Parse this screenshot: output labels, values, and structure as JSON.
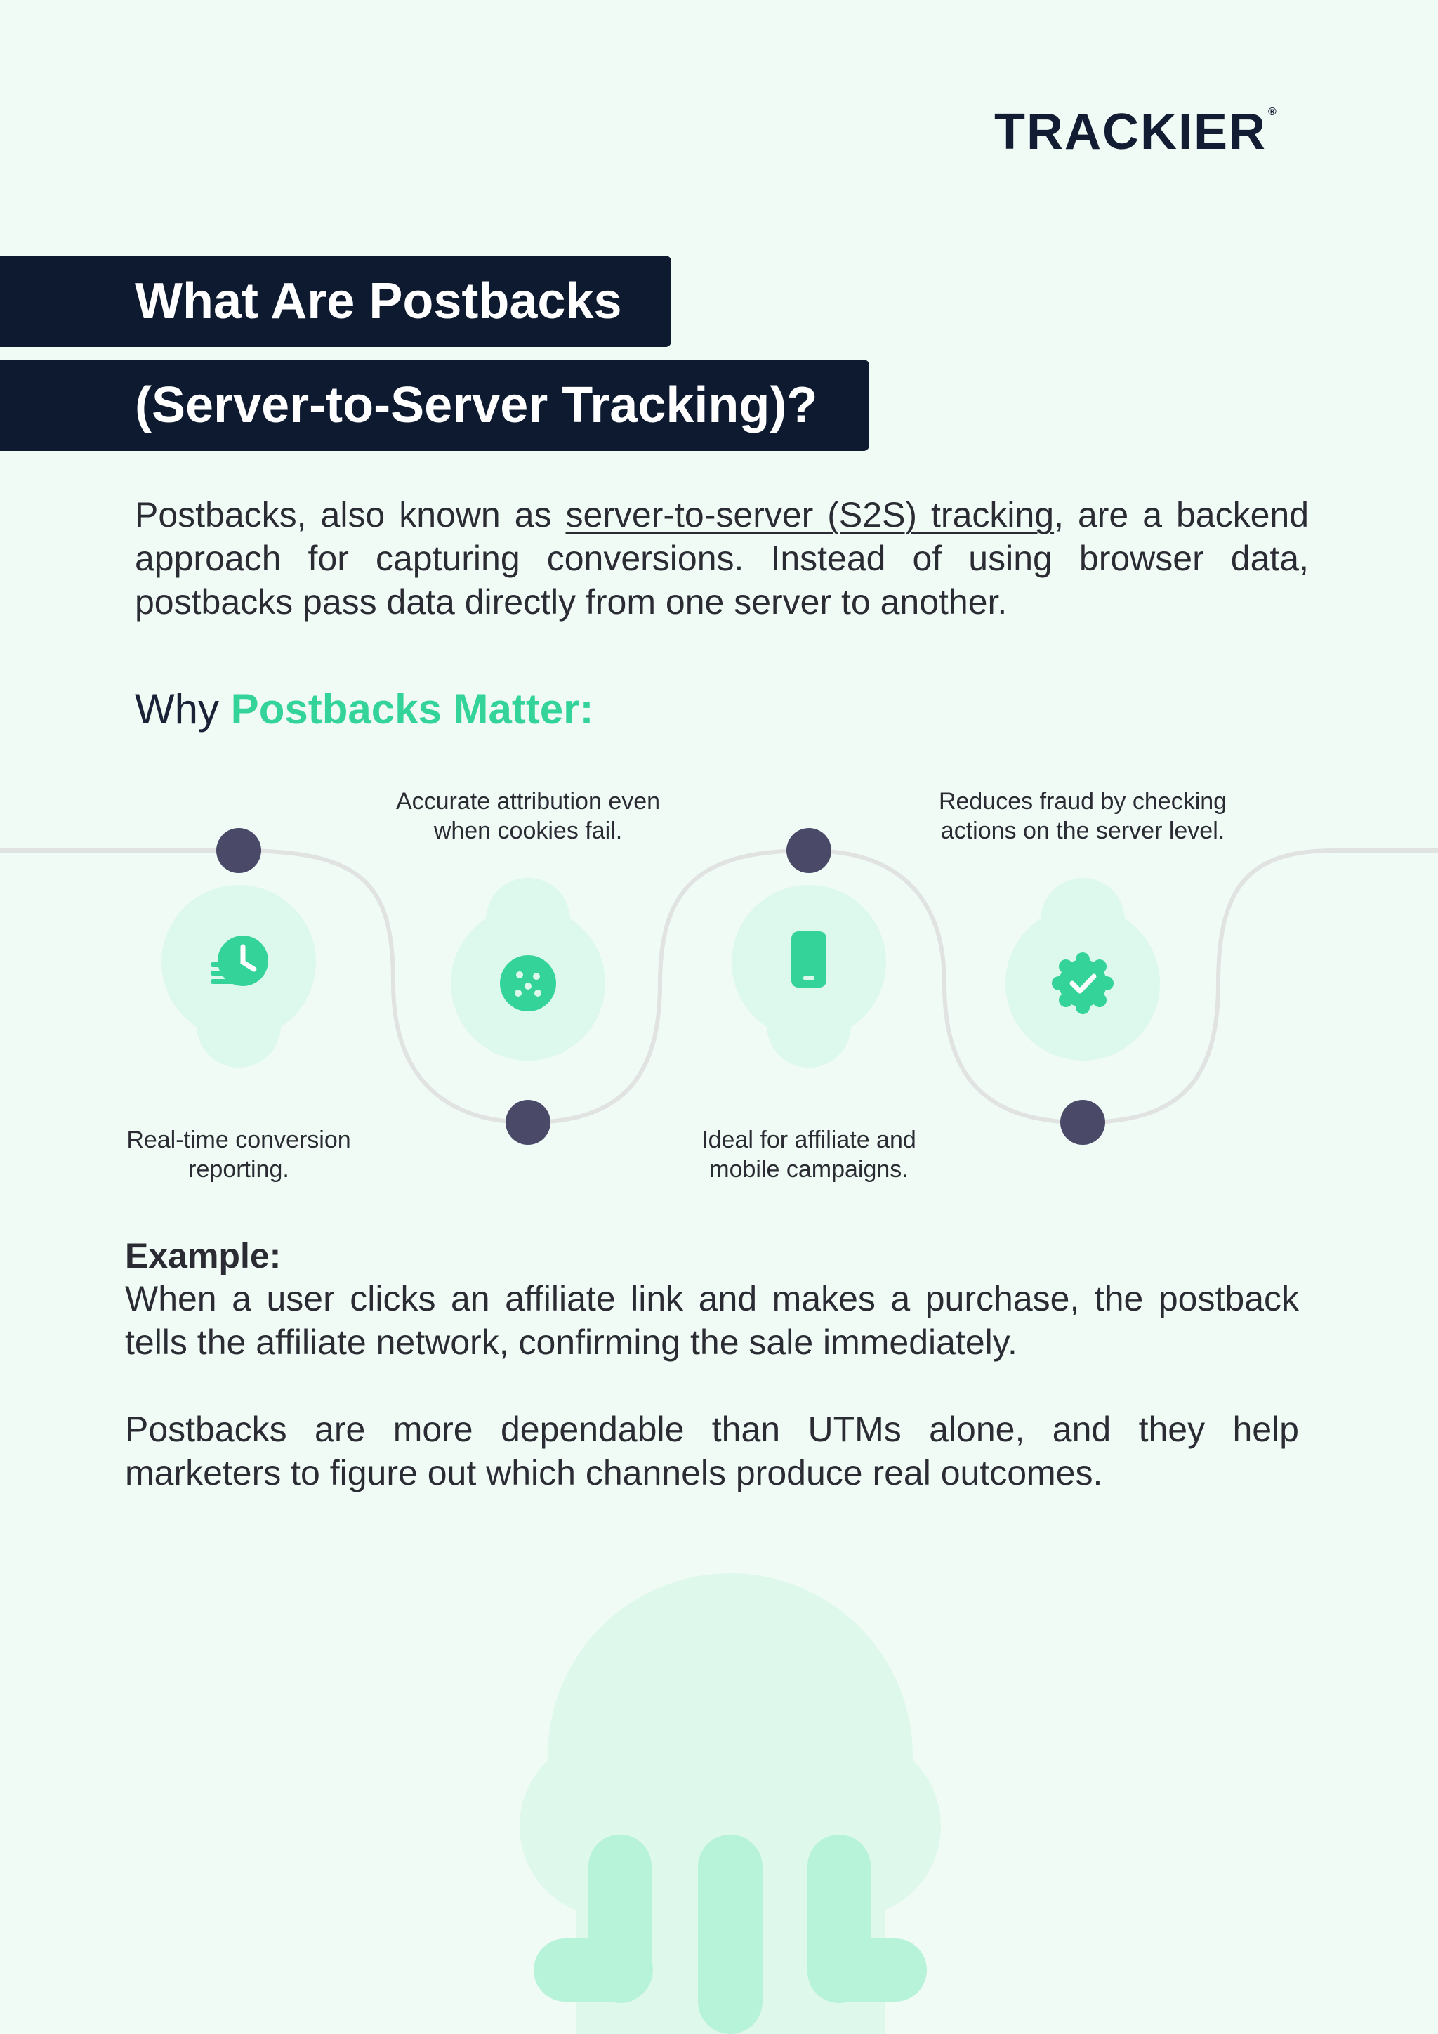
{
  "brand": {
    "logo_text": "TRACKIER",
    "logo_registered": "®",
    "accent_color": "#34d399",
    "dark_color": "#0e1a2f",
    "background_color": "#f0fbf6"
  },
  "title": {
    "line1": "What Are Postbacks",
    "line2": "(Server-to-Server Tracking)?"
  },
  "intro": {
    "before": "Postbacks, also known as ",
    "link": "server-to-server (S2S) tracking",
    "after": ", are a backend approach for capturing conversions. Instead of using browser data, postbacks pass data directly from one server to another."
  },
  "why": {
    "prefix": "Why ",
    "accent": "Postbacks Matter:"
  },
  "benefits": [
    {
      "icon": "clock-report-icon",
      "caption_line1": "Real-time conversion",
      "caption_line2": "reporting."
    },
    {
      "icon": "cookie-icon",
      "caption_line1": "Accurate attribution even",
      "caption_line2": "when cookies fail."
    },
    {
      "icon": "mobile-phone-icon",
      "caption_line1": "Ideal for affiliate and",
      "caption_line2": "mobile campaigns."
    },
    {
      "icon": "verified-badge-icon",
      "caption_line1": "Reduces fraud by checking",
      "caption_line2": "actions on the server level."
    }
  ],
  "example": {
    "heading": "Example:",
    "text": "When a user clicks an affiliate link and makes a purchase, the postback tells the affiliate network, confirming the sale immediately."
  },
  "closing": "Postbacks are more dependable than UTMs alone, and they help marketers to figure out which channels produce real outcomes."
}
